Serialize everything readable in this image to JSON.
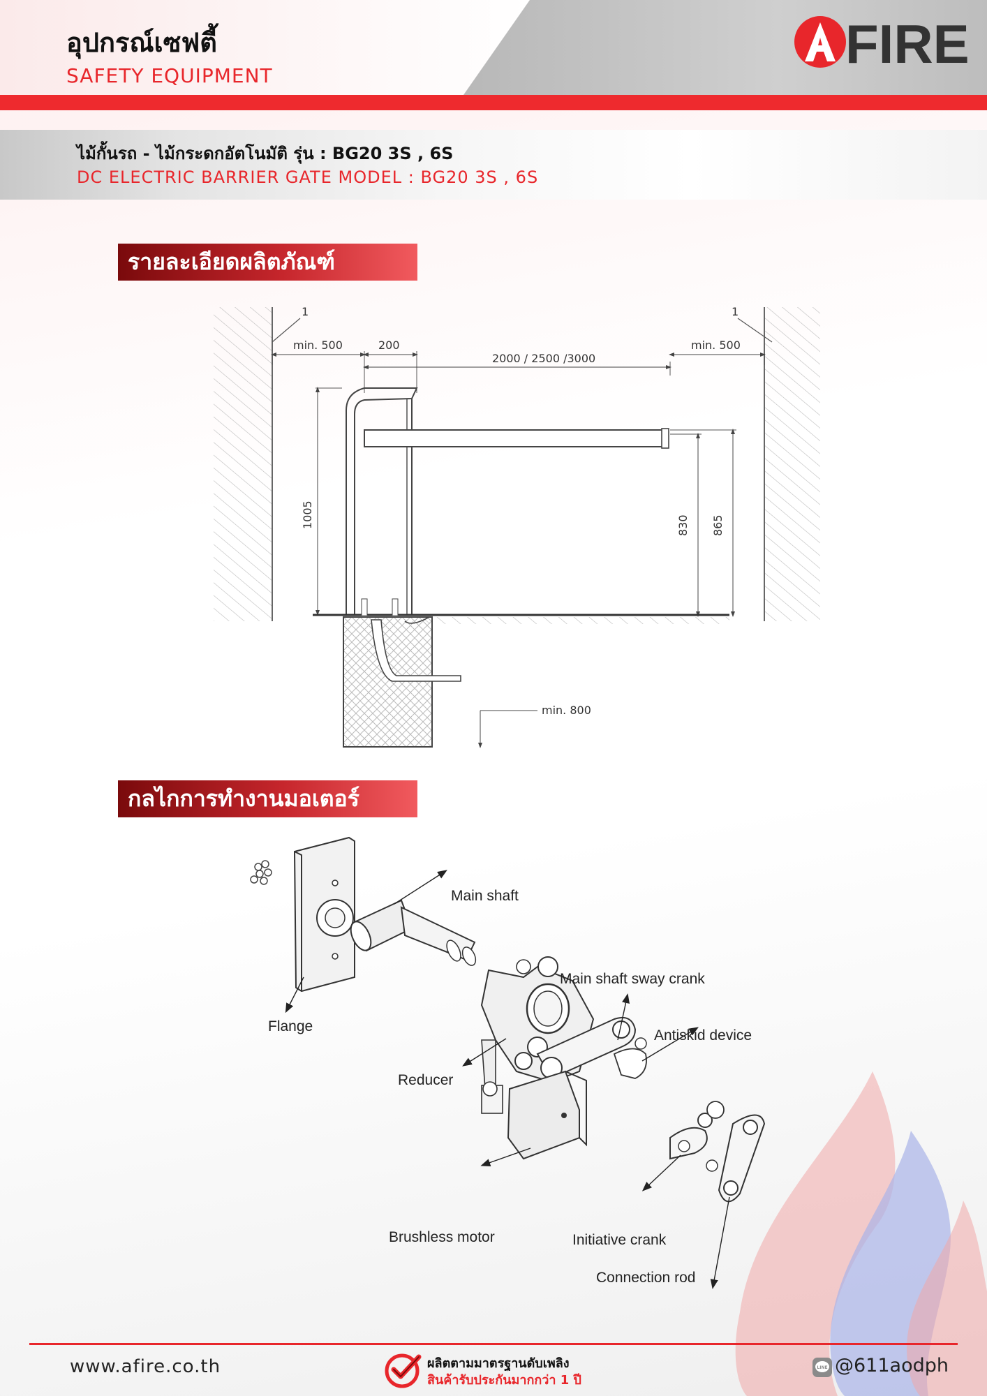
{
  "header": {
    "title_th": "อุปกรณ์เซฟตี้",
    "title_en": "SAFETY  EQUIPMENT",
    "logo_text": "FIRE",
    "logo_letter": "A"
  },
  "model": {
    "title_th": "ไม้กั้นรถ - ไม้กระดกอัตโนมัติ รุ่น : BG20 3S , 6S",
    "title_en": "DC ELECTRIC BARRIER GATE MODEL : BG20 3S , 6S"
  },
  "sections": {
    "details": "รายละเอียดผลิตภัณฑ์",
    "mechanism": "กลไกการทำงานมอเตอร์"
  },
  "dimension_drawing": {
    "wall_label_left": "1",
    "wall_label_right": "1",
    "min_left": "min. 500",
    "cabinet_width": "200",
    "boom_length": "2000 / 2500 /3000",
    "min_right": "min. 500",
    "cabinet_height": "1005",
    "boom_height": "830",
    "top_height": "865",
    "foundation": "min. 800"
  },
  "mechanism_parts": {
    "main_shaft": "Main shaft",
    "flange": "Flange",
    "sway_crank": "Main shaft sway crank",
    "antiskid": "Antiskid device",
    "reducer": "Reducer",
    "motor": "Brushless motor",
    "initiative_crank": "Initiative crank",
    "connection_rod": "Connection rod"
  },
  "footer": {
    "website": "www.afire.co.th",
    "standard_line1": "ผลิตตามมาตรฐานดับเพลิง",
    "standard_line2": "สินค้ารับประกันมากกว่า 1 ปี",
    "line_id": "@611aodph",
    "line_icon_text": "LINE"
  },
  "colors": {
    "brand_red": "#e8262b",
    "header_gray": "#c4c4c4",
    "tag_dark": "#7a0a0c"
  }
}
